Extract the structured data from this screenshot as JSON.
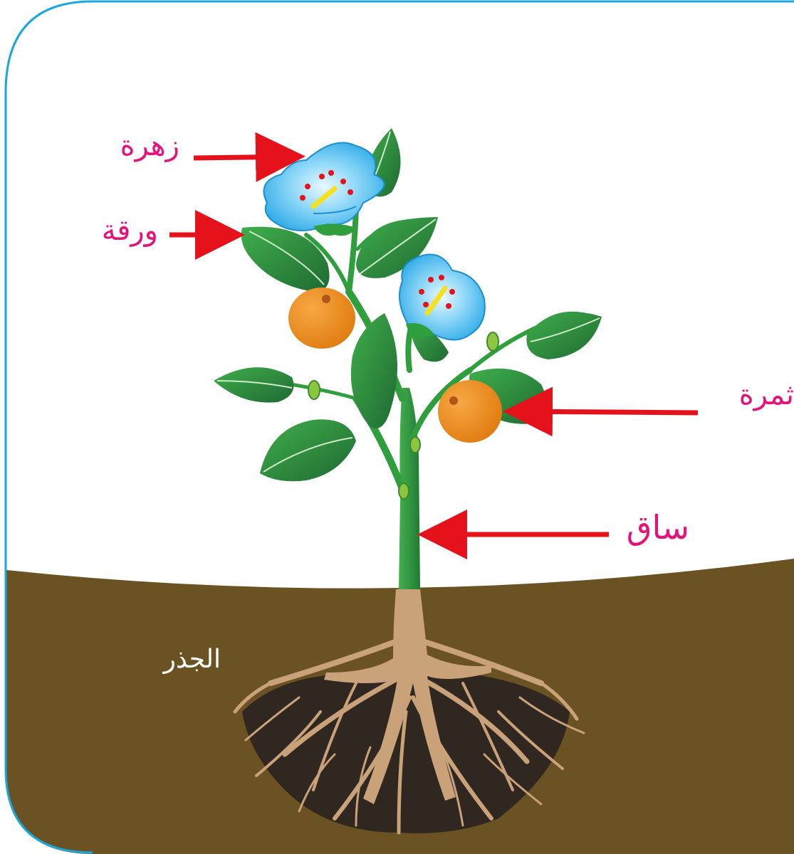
{
  "labels": {
    "flower": "زهرة",
    "leaf": "ورقة",
    "fruit": "ثمرة",
    "stem": "ساق",
    "root": "الجذر"
  },
  "colors": {
    "label_text": "#e5127a",
    "root_label_text": "#ffffff",
    "arrow": "#e5121b",
    "frame_border": "#1aa7de",
    "soil": "#6b5222",
    "stem": "#2f9e3c",
    "leaf": "#2e8b3e",
    "leaf_dark": "#1f6a32",
    "flower_petal": "#4fc3f2",
    "flower_petal_light": "#a8e4fb",
    "fruit": "#f39323",
    "root": "#c9a27a",
    "root_dark": "#2a2420"
  }
}
